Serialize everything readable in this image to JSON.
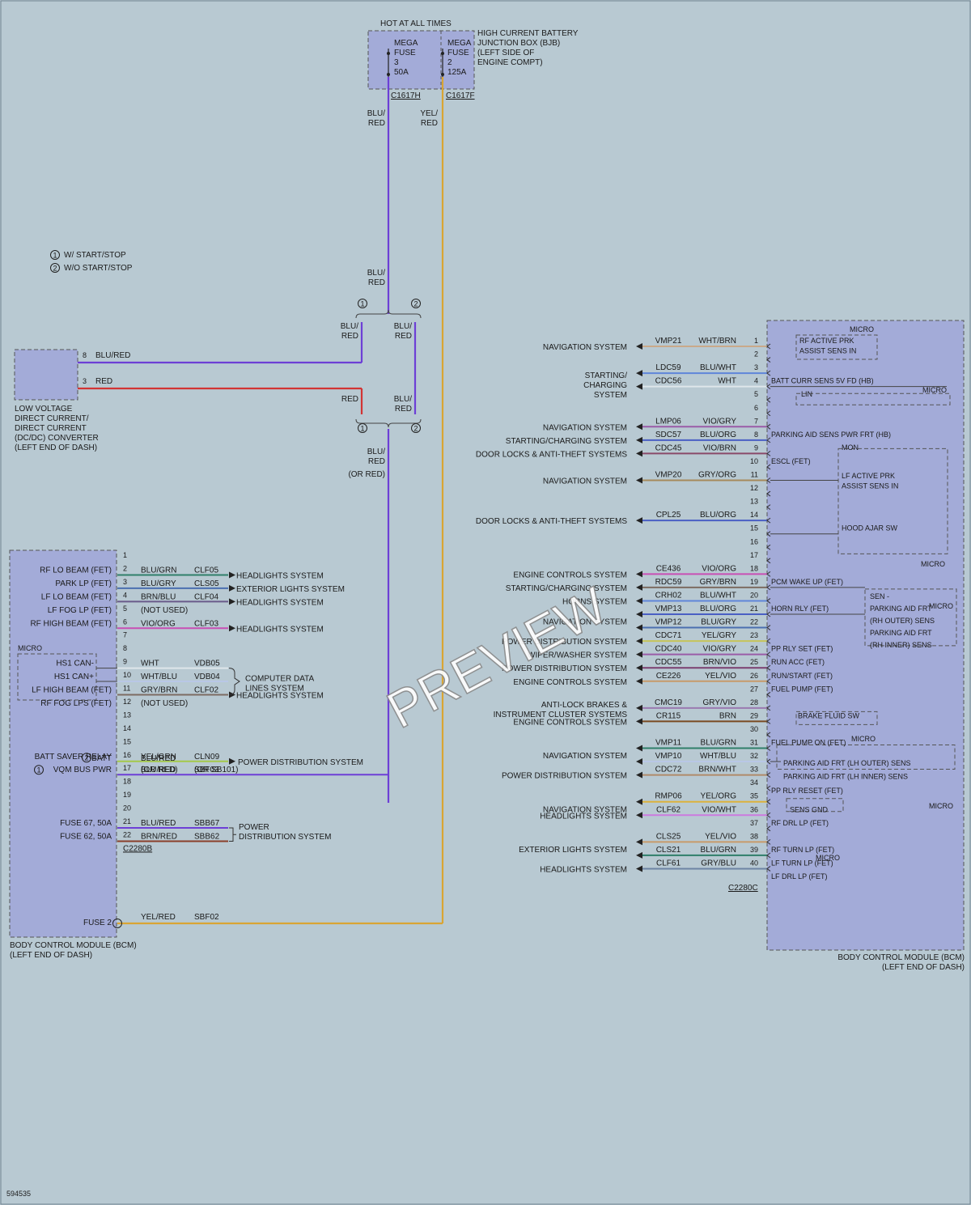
{
  "fuse_box": {
    "header": "HOT AT ALL TIMES",
    "desc": [
      "HIGH CURRENT BATTERY",
      "JUNCTION BOX (BJB)",
      "(LEFT SIDE OF",
      "ENGINE COMPT)"
    ],
    "fuse3": [
      "MEGA",
      "FUSE",
      "3",
      "50A"
    ],
    "fuse2": [
      "MEGA",
      "FUSE",
      "2",
      "125A"
    ],
    "conn_h": "C1617H",
    "conn_f": "C1617F",
    "wire_a": [
      "BLU/",
      "RED"
    ],
    "wire_b": [
      "YEL/",
      "RED"
    ]
  },
  "legend": [
    {
      "num": "1",
      "text": "W/ START/STOP"
    },
    {
      "num": "2",
      "text": "W/O START/STOP"
    }
  ],
  "splice": {
    "wire_mid": [
      "BLU/",
      "RED"
    ],
    "n1": "1",
    "n2": "2",
    "w_left": [
      "BLU/",
      "RED"
    ],
    "w_right": [
      "BLU/",
      "RED"
    ],
    "w_red": "RED",
    "w_right2": [
      "BLU/",
      "RED"
    ],
    "down": [
      "BLU/",
      "RED",
      "(OR RED)"
    ]
  },
  "dcdc": {
    "label": [
      "LOW VOLTAGE",
      "DIRECT CURRENT/",
      "DIRECT CURRENT",
      "(DC/DC) CONVERTER",
      "(LEFT END OF DASH)"
    ],
    "p8": "8",
    "w8": "BLU/RED",
    "p3": "3",
    "w3": "RED"
  },
  "colors": {
    "BLU/RED": "#6d3fd6",
    "RED": "#d23434",
    "YEL/RED": "#d9a534",
    "BLU/GRN": "#2f7f6a",
    "BLU/GRY": "#4b6fb0",
    "BRN/BLU": "#6a5a8a",
    "VIO/ORG": "#c84fb4",
    "WHT": "#dfe6ea",
    "WHT/BLU": "#b9c7e6",
    "GRY/BRN": "#7d6c62",
    "YEL/GRN": "#a4c94a",
    "BRN/RED": "#8a3e2a",
    "WHT/BRN": "#c9a98a",
    "BLU/WHT": "#5f85d9",
    "VIO/GRY": "#9a5ca8",
    "BLU/ORG": "#4a5fc4",
    "VIO/BRN": "#8a4a6a",
    "GRY/ORG": "#a68a5c",
    "GRY/BRN2": "#7d6c62",
    "BLU/ORG2": "#4a5fc4",
    "YEL/GRY": "#c6c45a",
    "BRN/VIO": "#7a3f70",
    "YEL/VIO": "#c79a6a",
    "GRY/VIO": "#9a7ab0",
    "BRN": "#7a4a22",
    "GRN/WHT": "#8fd08f",
    "BRN/WHT": "#b08a6a",
    "YEL/ORG": "#dcb23c",
    "VIO/WHT": "#cc7adf",
    "YEL/VIO2": "#c79a6a",
    "GRY/BLU": "#6d84a4",
    "GRY": "#8a8a8a"
  },
  "bcm_left": {
    "title": [
      "BODY CONTROL MODULE (BCM)",
      "(LEFT END OF DASH)"
    ],
    "micro": "MICRO",
    "conn": "C2280B",
    "rows": [
      {
        "pin": "1"
      },
      {
        "pin": "2",
        "label": "RF LO BEAM (FET)",
        "wire": "BLU/GRN",
        "circuit": "CLF05",
        "dest": "HEADLIGHTS SYSTEM",
        "arrow": true
      },
      {
        "pin": "3",
        "label": "PARK LP (FET)",
        "wire": "BLU/GRY",
        "circuit": "CLS05",
        "dest": "EXTERIOR LIGHTS SYSTEM",
        "arrow": true
      },
      {
        "pin": "4",
        "label": "LF LO BEAM (FET)",
        "wire": "BRN/BLU",
        "circuit": "CLF04",
        "dest": "HEADLIGHTS SYSTEM",
        "arrow": true
      },
      {
        "pin": "5",
        "label": "LF FOG LP (FET)",
        "wire": "(NOT USED)"
      },
      {
        "pin": "6",
        "label": "RF HIGH BEAM (FET)",
        "wire": "VIO/ORG",
        "circuit": "CLF03",
        "dest": "HEADLIGHTS SYSTEM",
        "arrow": true
      },
      {
        "pin": "7"
      },
      {
        "pin": "8"
      },
      {
        "pin": "9",
        "label": "HS1 CAN-",
        "wire": "WHT",
        "circuit": "VDB05"
      },
      {
        "pin": "10",
        "label": "HS1 CAN+",
        "wire": "WHT/BLU",
        "circuit": "VDB04"
      },
      {
        "pin": "11",
        "label": "LF HIGH BEAM (FET)",
        "wire": "GRY/BRN",
        "circuit": "CLF02",
        "dest": "HEADLIGHTS SYSTEM",
        "arrow": true
      },
      {
        "pin": "12",
        "label": "RF FOG LPS (FET)",
        "wire": "(NOT USED)"
      },
      {
        "pin": "13"
      },
      {
        "pin": "14"
      },
      {
        "pin": "15"
      },
      {
        "pin": "16",
        "label": "BATT SAVER RELAY",
        "wire": "YEL/GRN",
        "circuit": "CLN09",
        "dest": "POWER DISTRIBUTION SYSTEM",
        "arrow": true
      },
      {
        "pin": "17",
        "label": "VQM BUS PWR",
        "label2": "BATT",
        "wire": "BLU/RED",
        "wire2": "(OR RED)",
        "circuit": "SBF03",
        "circuit2": "(OR SB101)"
      },
      {
        "pin": "18"
      },
      {
        "pin": "19"
      },
      {
        "pin": "20"
      },
      {
        "pin": "21",
        "label": "FUSE 67, 50A",
        "wire": "BLU/RED",
        "circuit": "SBB67"
      },
      {
        "pin": "22",
        "label": "FUSE 62, 50A",
        "wire": "BRN/RED",
        "circuit": "SBB62"
      }
    ],
    "computer_data": [
      "COMPUTER DATA",
      "LINES SYSTEM"
    ],
    "power_dist": [
      "POWER",
      "DISTRIBUTION SYSTEM"
    ],
    "fuse2": {
      "label": "FUSE 2",
      "wire": "YEL/RED",
      "circuit": "SBF02"
    }
  },
  "bcm_right": {
    "title": [
      "BODY CONTROL MODULE (BCM)",
      "(LEFT END OF DASH)"
    ],
    "conn": "C2280C",
    "rows": [
      {
        "pin": "1",
        "circuit": "VMP21",
        "wire": "WHT/BRN",
        "dest": "NAVIGATION SYSTEM"
      },
      {
        "pin": "2"
      },
      {
        "pin": "3",
        "circuit": "LDC59",
        "wire": "BLU/WHT"
      },
      {
        "pin": "4",
        "circuit": "CDC56",
        "wire": "WHT"
      },
      {
        "pin": "5"
      },
      {
        "pin": "6"
      },
      {
        "pin": "7",
        "circuit": "LMP06",
        "wire": "VIO/GRY",
        "dest": "NAVIGATION SYSTEM"
      },
      {
        "pin": "8",
        "circuit": "SDC57",
        "wire": "BLU/ORG",
        "dest": "STARTING/CHARGING SYSTEM"
      },
      {
        "pin": "9",
        "circuit": "CDC45",
        "wire": "VIO/BRN",
        "dest": "DOOR LOCKS & ANTI-THEFT SYSTEMS"
      },
      {
        "pin": "10"
      },
      {
        "pin": "11",
        "circuit": "VMP20",
        "wire": "GRY/ORG",
        "dest": "NAVIGATION SYSTEM"
      },
      {
        "pin": "12"
      },
      {
        "pin": "13"
      },
      {
        "pin": "14",
        "circuit": "CPL25",
        "wire": "BLU/ORG",
        "dest": "DOOR LOCKS & ANTI-THEFT SYSTEMS"
      },
      {
        "pin": "15"
      },
      {
        "pin": "16"
      },
      {
        "pin": "17"
      },
      {
        "pin": "18",
        "circuit": "CE436",
        "wire": "VIO/ORG",
        "dest": "ENGINE CONTROLS SYSTEM"
      },
      {
        "pin": "19",
        "circuit": "RDC59",
        "wire": "GRY/BRN",
        "dest": "STARTING/CHARGING SYSTEM"
      },
      {
        "pin": "20",
        "circuit": "CRH02",
        "wire": "BLU/WHT",
        "dest": "HORNS SYSTEM"
      },
      {
        "pin": "21",
        "circuit": "VMP13",
        "wire": "BLU/ORG"
      },
      {
        "pin": "22",
        "circuit": "VMP12",
        "wire": "BLU/GRY"
      },
      {
        "pin": "23",
        "circuit": "CDC71",
        "wire": "YEL/GRY",
        "dest": "POWER DISTRIBUTION SYSTEM"
      },
      {
        "pin": "24",
        "circuit": "CDC40",
        "wire": "VIO/GRY",
        "dest": "WIPER/WASHER SYSTEM"
      },
      {
        "pin": "25",
        "circuit": "CDC55",
        "wire": "BRN/VIO",
        "dest": "POWER DISTRIBUTION SYSTEM"
      },
      {
        "pin": "26",
        "circuit": "CE226",
        "wire": "YEL/VIO",
        "dest": "ENGINE CONTROLS SYSTEM"
      },
      {
        "pin": "27"
      },
      {
        "pin": "28",
        "circuit": "CMC19",
        "wire": "GRY/VIO"
      },
      {
        "pin": "29",
        "circuit": "CR115",
        "wire": "BRN",
        "dest": "ENGINE CONTROLS SYSTEM"
      },
      {
        "pin": "30"
      },
      {
        "pin": "31",
        "circuit": "VMP11",
        "wire": "BLU/GRN"
      },
      {
        "pin": "32",
        "circuit": "VMP10",
        "wire": "WHT/BLU"
      },
      {
        "pin": "33",
        "circuit": "CDC72",
        "wire": "BRN/WHT",
        "dest": "POWER DISTRIBUTION SYSTEM"
      },
      {
        "pin": "34"
      },
      {
        "pin": "35",
        "circuit": "RMP06",
        "wire": "YEL/ORG"
      },
      {
        "pin": "36",
        "circuit": "CLF62",
        "wire": "VIO/WHT",
        "dest": "HEADLIGHTS SYSTEM"
      },
      {
        "pin": "37"
      },
      {
        "pin": "38",
        "circuit": "CLS25",
        "wire": "YEL/VIO"
      },
      {
        "pin": "39",
        "circuit": "CLS21",
        "wire": "BLU/GRN"
      },
      {
        "pin": "40",
        "circuit": "CLF61",
        "wire": "GRY/BLU",
        "dest": "HEADLIGHTS SYSTEM"
      }
    ],
    "group_dests": {
      "starting": [
        "STARTING/",
        "CHARGING",
        "SYSTEM"
      ],
      "nav21": "NAVIGATION SYSTEM",
      "abs": [
        "ANTI-LOCK BRAKES &",
        "INSTRUMENT CLUSTER SYSTEMS"
      ],
      "nav31": "NAVIGATION SYSTEM",
      "nav35": "NAVIGATION SYSTEM",
      "ext38": "EXTERIOR LIGHTS SYSTEM"
    },
    "internal": [
      {
        "row": 1,
        "text": "RF ACTIVE PRK"
      },
      {
        "row": 1.75,
        "text": "ASSIST SENS IN"
      },
      {
        "row": 4,
        "text": "BATT CURR SENS 5V FD (HB)"
      },
      {
        "row": 5,
        "text": "LIN"
      },
      {
        "row": 8,
        "text": "PARKING AID SENS PWR FRT (HB)"
      },
      {
        "row": 10,
        "text": "ESCL (FET)"
      },
      {
        "row": 11.1,
        "text": "LF ACTIVE PRK"
      },
      {
        "row": 11.85,
        "text": "ASSIST SENS IN"
      },
      {
        "row": 15,
        "text": "HOOD AJAR SW"
      },
      {
        "row": 19,
        "text": "PCM WAKE UP (FET)"
      },
      {
        "row": 21,
        "text": "HORN RLY (FET)"
      },
      {
        "row": 24,
        "text": "PP RLY SET (FET)"
      },
      {
        "row": 25,
        "text": "RUN ACC (FET)"
      },
      {
        "row": 26,
        "text": "RUN/START (FET)"
      },
      {
        "row": 27,
        "text": "FUEL PUMP (FET)"
      },
      {
        "row": 29,
        "text": "BRAKE FLUID SW"
      },
      {
        "row": 31,
        "text": "FUEL PUMP ON (FET)"
      },
      {
        "row": 32.55,
        "text": "PARKING AID FRT (LH OUTER) SENS"
      },
      {
        "row": 33.55,
        "text": "PARKING AID FRT (LH INNER) SENS"
      },
      {
        "row": 34.6,
        "text": "PP RLY RESET (FET)"
      },
      {
        "row": 36,
        "text": "SENS GND"
      },
      {
        "row": 37,
        "text": "RF DRL LP (FET)"
      },
      {
        "row": 39,
        "text": "RF TURN LP (FET)"
      },
      {
        "row": 40,
        "text": "LF TURN LP (FET)"
      },
      {
        "row": 41,
        "text": "LF DRL LP (FET)"
      }
    ],
    "micro_labels": [
      "MICRO",
      "MICRO",
      "MICRO",
      "MICRO",
      "MICRO",
      "MICRO",
      "MICRO",
      "MICRO"
    ],
    "mon": "MON",
    "sen": [
      "SEN -",
      "PARKING AID FRT",
      "(RH OUTER) SENS",
      "PARKING AID FRT",
      "(RH INNER) SENS"
    ]
  },
  "watermark": "PREVIEW",
  "figure_id": "594535"
}
